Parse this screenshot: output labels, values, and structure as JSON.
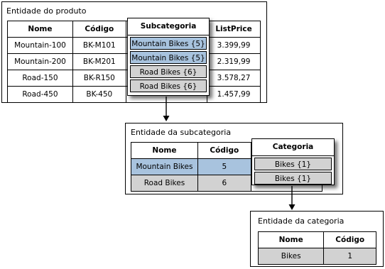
{
  "product_entity": {
    "title": "Entidade do produto",
    "headers": [
      "Nome",
      "Código",
      "ListPrice"
    ],
    "rows": [
      {
        "nome": "Mountain-100",
        "codigo": "BK-M101",
        "price": "3.399,99"
      },
      {
        "nome": "Mountain-200",
        "codigo": "BK-M201",
        "price": "2.319,99"
      },
      {
        "nome": "Road-150",
        "codigo": "BK-R150",
        "price": "3.578,27"
      },
      {
        "nome": "Road-450",
        "codigo": "BK-450",
        "price": "1.457,99"
      }
    ],
    "popup": {
      "header": "Subcategoria",
      "items": [
        "Mountain Bikes {5}",
        "Mountain Bikes {5}",
        "Road Bikes {6}",
        "Road Bikes {6}"
      ]
    }
  },
  "subcategory_entity": {
    "title": "Entidade da subcategoria",
    "headers": [
      "Nome",
      "Código"
    ],
    "rows": [
      {
        "nome": "Mountain Bikes",
        "codigo": "5"
      },
      {
        "nome": "Road Bikes",
        "codigo": "6"
      }
    ],
    "popup": {
      "header": "Categoria",
      "items": [
        "Bikes {1}",
        "Bikes {1}"
      ]
    }
  },
  "category_entity": {
    "title": "Entidade da categoria",
    "headers": [
      "Nome",
      "Código"
    ],
    "rows": [
      {
        "nome": "Bikes",
        "codigo": "1"
      }
    ]
  },
  "colors": {
    "highlight_blue": "#a8c3de",
    "highlight_gray": "#d2d2d2"
  }
}
